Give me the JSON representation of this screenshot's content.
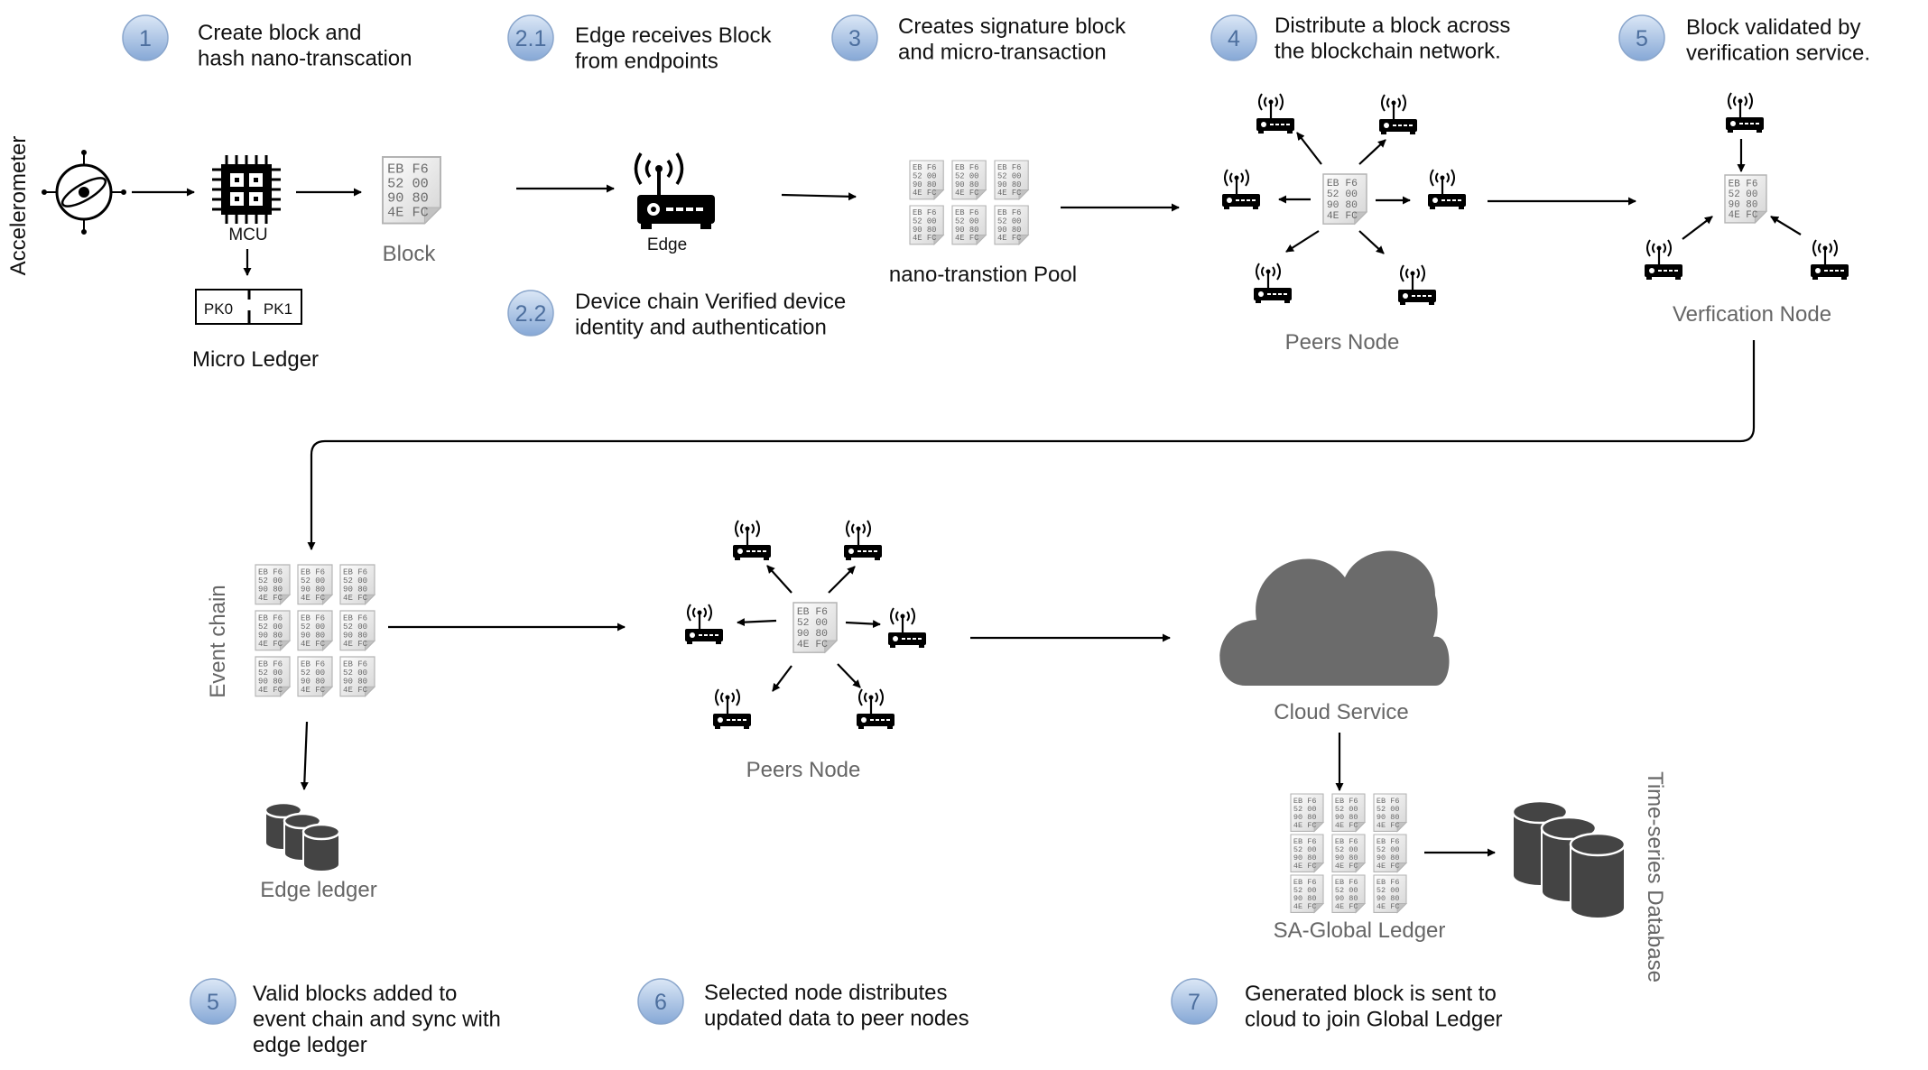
{
  "colors": {
    "badge_fill_top": "#dbe7f6",
    "badge_fill_bottom": "#86a8d6",
    "badge_stroke": "#8aa6cc",
    "line": "#000000",
    "grey_icon": "#6b6b6b",
    "grey_label": "#666666"
  },
  "doc_lines": [
    "EB F6",
    "52 00",
    "90 80",
    "4E FC"
  ],
  "steps": [
    {
      "num": "1",
      "text": [
        "Create block and",
        "hash nano-transcation"
      ]
    },
    {
      "num": "2.1",
      "text": [
        "Edge receives Block",
        "from endpoints"
      ]
    },
    {
      "num": "3",
      "text": [
        "Creates signature block",
        "and micro-transaction"
      ]
    },
    {
      "num": "4",
      "text": [
        "Distribute a block across",
        "the blockchain network."
      ]
    },
    {
      "num": "5",
      "text": [
        "Block validated by",
        "verification service."
      ]
    },
    {
      "num": "2.2",
      "text": [
        "Device chain Verified device",
        "identity and authentication"
      ]
    },
    {
      "num": "5",
      "text": [
        "Valid blocks added to",
        "event chain and sync with",
        "edge ledger"
      ]
    },
    {
      "num": "6",
      "text": [
        "Selected node distributes",
        "updated data to peer nodes"
      ]
    },
    {
      "num": "7",
      "text": [
        "Generated block is sent to",
        "cloud to join Global Ledger"
      ]
    }
  ],
  "labels": {
    "accelerometer": "Accelerometer",
    "mcu": "MCU",
    "pk0": "PK0",
    "pk1": "PK1",
    "micro_ledger": "Micro Ledger",
    "block": "Block",
    "edge": "Edge",
    "pool": "nano-transtion Pool",
    "peers_node_top": "Peers Node",
    "verification_node": "Verfication Node",
    "event_chain": "Event chain",
    "edge_ledger": "Edge ledger",
    "peers_node_bottom": "Peers Node",
    "cloud_service": "Cloud Service",
    "sa_global_ledger": "SA-Global Ledger",
    "time_series_db": "Time-series Database"
  },
  "icons": {
    "sensor": "accelerometer-sensor-icon",
    "chip": "microcontroller-chip-icon",
    "document": "block-document-icon",
    "router": "wireless-router-icon",
    "cloud": "cloud-icon",
    "database": "database-cylinder-icon"
  }
}
